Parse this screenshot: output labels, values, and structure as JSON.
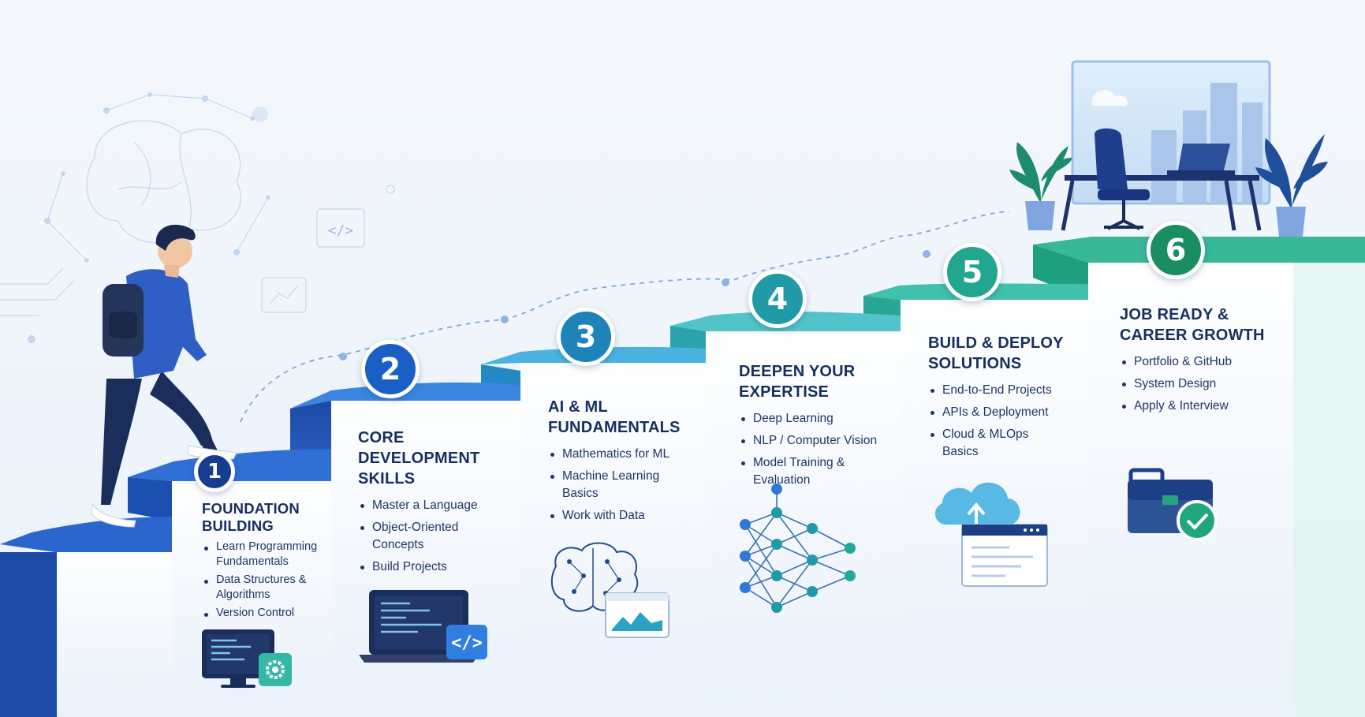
{
  "steps": [
    {
      "number": "1",
      "title_lines": [
        "FOUNDATION",
        "BUILDING"
      ],
      "color": "#173d8f",
      "items": [
        "Learn Programming Fundamentals",
        "Data Structures & Algorithms",
        "Version Control"
      ],
      "icon": "monitor-gear-icon"
    },
    {
      "number": "2",
      "title_lines": [
        "CORE",
        "DEVELOPMENT",
        "SKILLS"
      ],
      "color": "#1a5fc4",
      "items": [
        "Master a Language",
        "Object-Oriented Concepts",
        "Build Projects"
      ],
      "icon": "laptop-code-icon"
    },
    {
      "number": "3",
      "title_lines": [
        "AI & ML",
        "FUNDAMENTALS"
      ],
      "color": "#1d83b8",
      "items": [
        "Mathematics for ML",
        "Machine Learning Basics",
        "Work with Data"
      ],
      "icon": "brain-chart-icon"
    },
    {
      "number": "4",
      "title_lines": [
        "DEEPEN YOUR",
        "EXPERTISE"
      ],
      "color": "#1f9aa6",
      "items": [
        "Deep Learning",
        "NLP / Computer Vision",
        "Model Training & Evaluation"
      ],
      "icon": "neural-network-icon"
    },
    {
      "number": "5",
      "title_lines": [
        "BUILD & DEPLOY",
        "SOLUTIONS"
      ],
      "color": "#22a68f",
      "items": [
        "End-to-End Projects",
        "APIs & Deployment",
        "Cloud & MLOps Basics"
      ],
      "icon": "cloud-upload-icon"
    },
    {
      "number": "6",
      "title_lines": [
        "JOB READY &",
        "CAREER GROWTH"
      ],
      "color": "#1b8d63",
      "items": [
        "Portfolio & GitHub",
        "System Design",
        "Apply & Interview"
      ],
      "icon": "briefcase-check-icon"
    }
  ],
  "decorations": {
    "code_symbol": "</>",
    "code_badge": "</>"
  }
}
